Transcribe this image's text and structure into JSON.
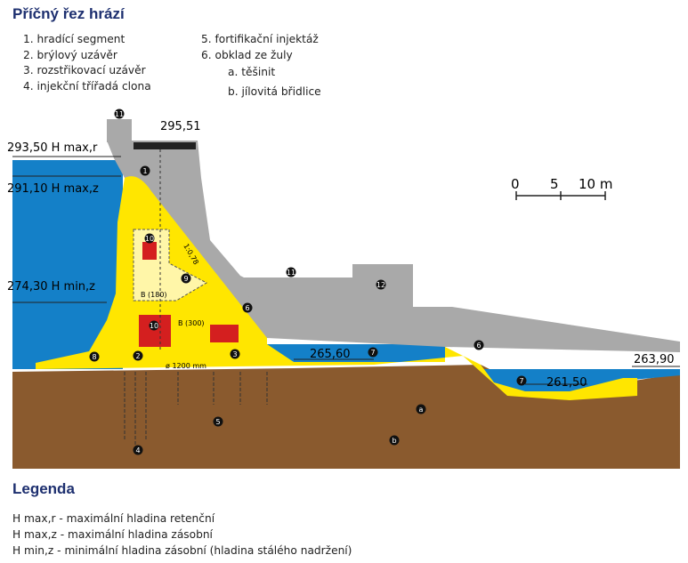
{
  "title": "Příčný řez hrází",
  "items_left": [
    "1. hradící segment",
    "2. brýlový uzávěr",
    "3. rozstřikovací uzávěr",
    "4. injekční třířadá clona"
  ],
  "items_right": [
    "5. fortifikační injektáž",
    "6. obklad ze žuly",
    "a. těšinit",
    "b. jílovitá břidlice"
  ],
  "levels": {
    "crest": "295,51",
    "hmaxr": "293,50 H max,r",
    "hmaxz": "291,10 H max,z",
    "hminz": "274,30 H min,z",
    "tail1": "265,60",
    "tail2": "261,50",
    "tail3": "263,90"
  },
  "labels": {
    "slope": "1:0,78",
    "b180": "B (180)",
    "b300": "B (300)",
    "diameter": "ø 1200 mm"
  },
  "markers": [
    "1",
    "2",
    "3",
    "4",
    "5",
    "6",
    "6",
    "7",
    "7",
    "8",
    "9",
    "10",
    "10",
    "11",
    "11",
    "12",
    "a",
    "b"
  ],
  "scale": {
    "t0": "0",
    "t5": "5",
    "t10": "10 m"
  },
  "legend_title": "Legenda",
  "legend": [
    "H max,r - maximální hladina retenční",
    "H max,z - maximální hladina zásobní",
    "H min,z - minimální hladina zásobní (hladina stálého nadržení)"
  ],
  "colors": {
    "water": "#1480c8",
    "concrete": "#a9a9a9",
    "fill": "#ffe600",
    "ground": "#8a5a2e",
    "red": "#d41f1f"
  }
}
